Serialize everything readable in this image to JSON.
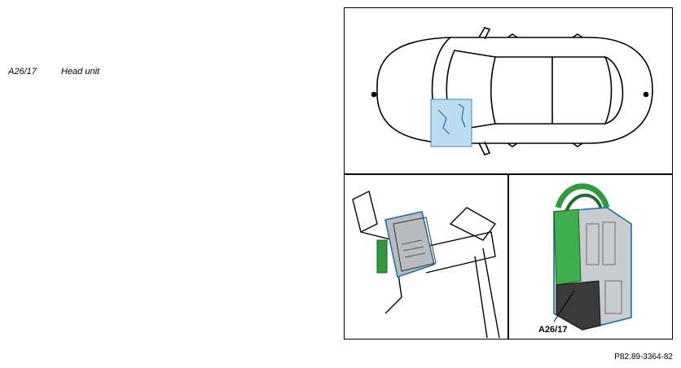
{
  "legend": [
    {
      "code": "A26/17",
      "description": "Head unit"
    }
  ],
  "figure": {
    "callout_label": "A26/17",
    "figure_id": "P82.89-3364-82"
  },
  "colors": {
    "highlight_blue": "#bcdcef",
    "component_green": "#2e9a3c",
    "outline": "#000000"
  }
}
